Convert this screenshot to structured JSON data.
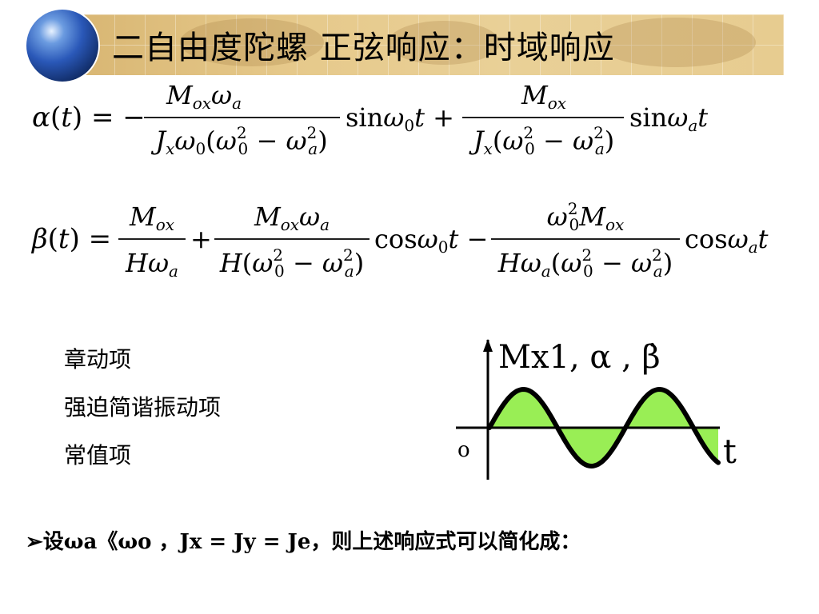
{
  "title": "二自由度陀螺  正弦响应：时域响应",
  "labels": [
    "章动项",
    "强迫简谐振动项",
    "常值项"
  ],
  "bottom_text": "设ωa《ωo ，Jx = Jy = Je，则上述响应式可以简化成：",
  "graph": {
    "axis_label": "Mx1, α , β̇",
    "origin": "o",
    "time_axis": "t",
    "fill_color": "#99ee55"
  },
  "equations": {
    "alpha": {
      "lhs": "α(t) = −",
      "num1": "Mox ωa",
      "den1": "Jx ω0 (ω0² − ωa²)",
      "mid": "sin ω0 t +",
      "num2": "Mox",
      "den2": "Jx (ω0² − ωa²)",
      "end": "sin ωa t"
    },
    "beta": {
      "lhs": "β(t) =",
      "num1": "Mox",
      "den1": "H ωa",
      "plus": "+",
      "num2": "Mox ωa",
      "den2": "H (ω0² − ωa²)",
      "mid": "cos ω0 t −",
      "num3": "ω0² Mox",
      "den3": "H ωa (ω0² − ωa²)",
      "end": "cos ωa t"
    }
  }
}
